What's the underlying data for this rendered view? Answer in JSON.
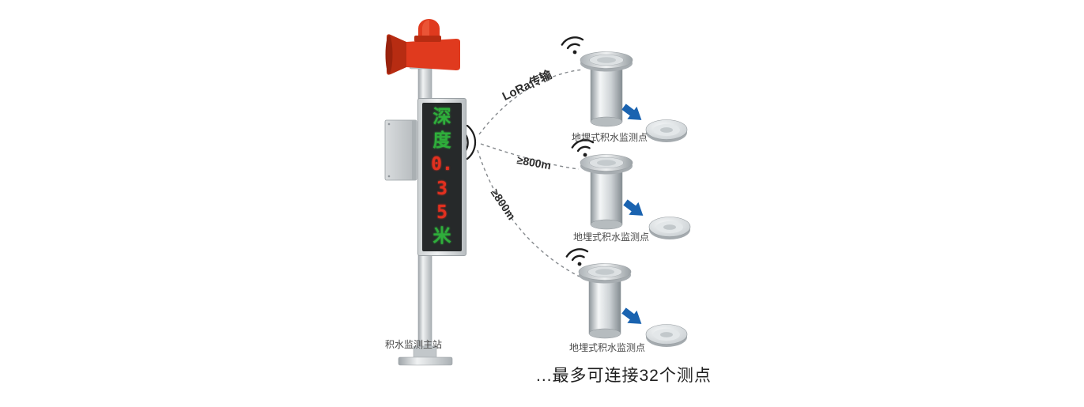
{
  "diagram": {
    "station": {
      "label": "积水监测主站",
      "led_lines": [
        {
          "text": "深",
          "color": "green"
        },
        {
          "text": "度",
          "color": "green"
        },
        {
          "text": "0.",
          "color": "red"
        },
        {
          "text": "3",
          "color": "red"
        },
        {
          "text": "5",
          "color": "red"
        },
        {
          "text": "米",
          "color": "green"
        }
      ]
    },
    "links": [
      {
        "label": "LoRa传输"
      },
      {
        "label": "≥800m"
      },
      {
        "label": "≥800m"
      }
    ],
    "sensors": [
      {
        "label": "地埋式积水监测点"
      },
      {
        "label": "地埋式积水监测点"
      },
      {
        "label": "地埋式积水监测点"
      }
    ],
    "footer_note": "...最多可连接32个测点"
  },
  "colors": {
    "alarm-red": "#e03a1e",
    "alarm-red-dark": "#b72c12",
    "led-green": "#2fae3b",
    "led-red": "#e2301f",
    "led-bg": "#26292a",
    "arrow-blue": "#1a63b0",
    "line-gray": "#85898d",
    "text-label": "#4a4a4a"
  }
}
